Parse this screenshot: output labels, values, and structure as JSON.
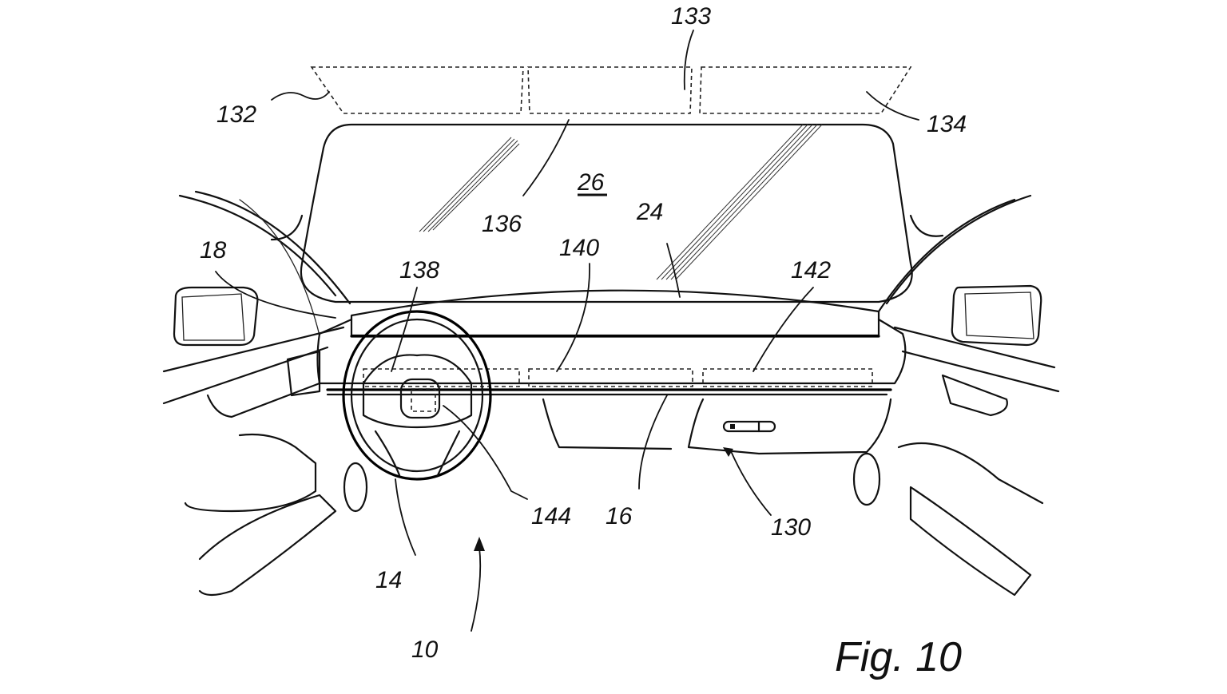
{
  "figure": {
    "caption": "Fig. 10",
    "subject": "Vehicle interior dashboard with head-up display projection zones"
  },
  "reference_labels": [
    {
      "id": "132",
      "text": "132",
      "refers_to": "left HUD projection zone"
    },
    {
      "id": "133",
      "text": "133",
      "refers_to": "center HUD projection zone"
    },
    {
      "id": "134",
      "text": "134",
      "refers_to": "right HUD projection zone"
    },
    {
      "id": "136",
      "text": "136",
      "refers_to": "upper windshield edge"
    },
    {
      "id": "26",
      "text": "26",
      "underlined": true,
      "refers_to": "windshield"
    },
    {
      "id": "24",
      "text": "24",
      "refers_to": "dashboard top"
    },
    {
      "id": "18",
      "text": "18",
      "refers_to": "left A-pillar / door trim"
    },
    {
      "id": "138",
      "text": "138",
      "refers_to": "left dashboard display zone"
    },
    {
      "id": "140",
      "text": "140",
      "refers_to": "center dashboard display zone"
    },
    {
      "id": "142",
      "text": "142",
      "refers_to": "right dashboard display zone"
    },
    {
      "id": "144",
      "text": "144",
      "refers_to": "steering wheel hub display"
    },
    {
      "id": "16",
      "text": "16",
      "refers_to": "dashboard"
    },
    {
      "id": "130",
      "text": "130",
      "refers_to": "glove box"
    },
    {
      "id": "14",
      "text": "14",
      "refers_to": "steering wheel"
    },
    {
      "id": "10",
      "text": "10",
      "refers_to": "vehicle interior"
    }
  ]
}
